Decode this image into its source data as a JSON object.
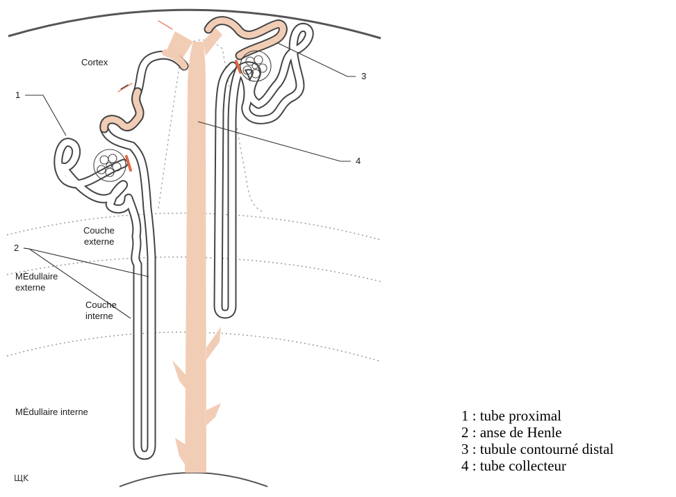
{
  "colors": {
    "collecting": "#f2cdb5",
    "tubule_outline": "#4a4a4a",
    "boundary": "#999999",
    "macula": "#e06a45"
  },
  "labels": {
    "cortex": "Cortex",
    "couche_externe_1": "Couche",
    "couche_externe_2": "externe",
    "medullaire_externe_1": "MÈdullaire",
    "medullaire_externe_2": "externe",
    "couche_interne_1": "Couche",
    "couche_interne_2": "interne",
    "medullaire_interne": "MÈdullaire interne",
    "signature": "ЩK"
  },
  "numbers": {
    "n1": "1",
    "n2": "2",
    "n3": "3",
    "n4": "4"
  },
  "legend": [
    "1 : tube proximal",
    "2 : anse de Henle",
    "3 : tubule contourné distal",
    "4 : tube collecteur"
  ]
}
